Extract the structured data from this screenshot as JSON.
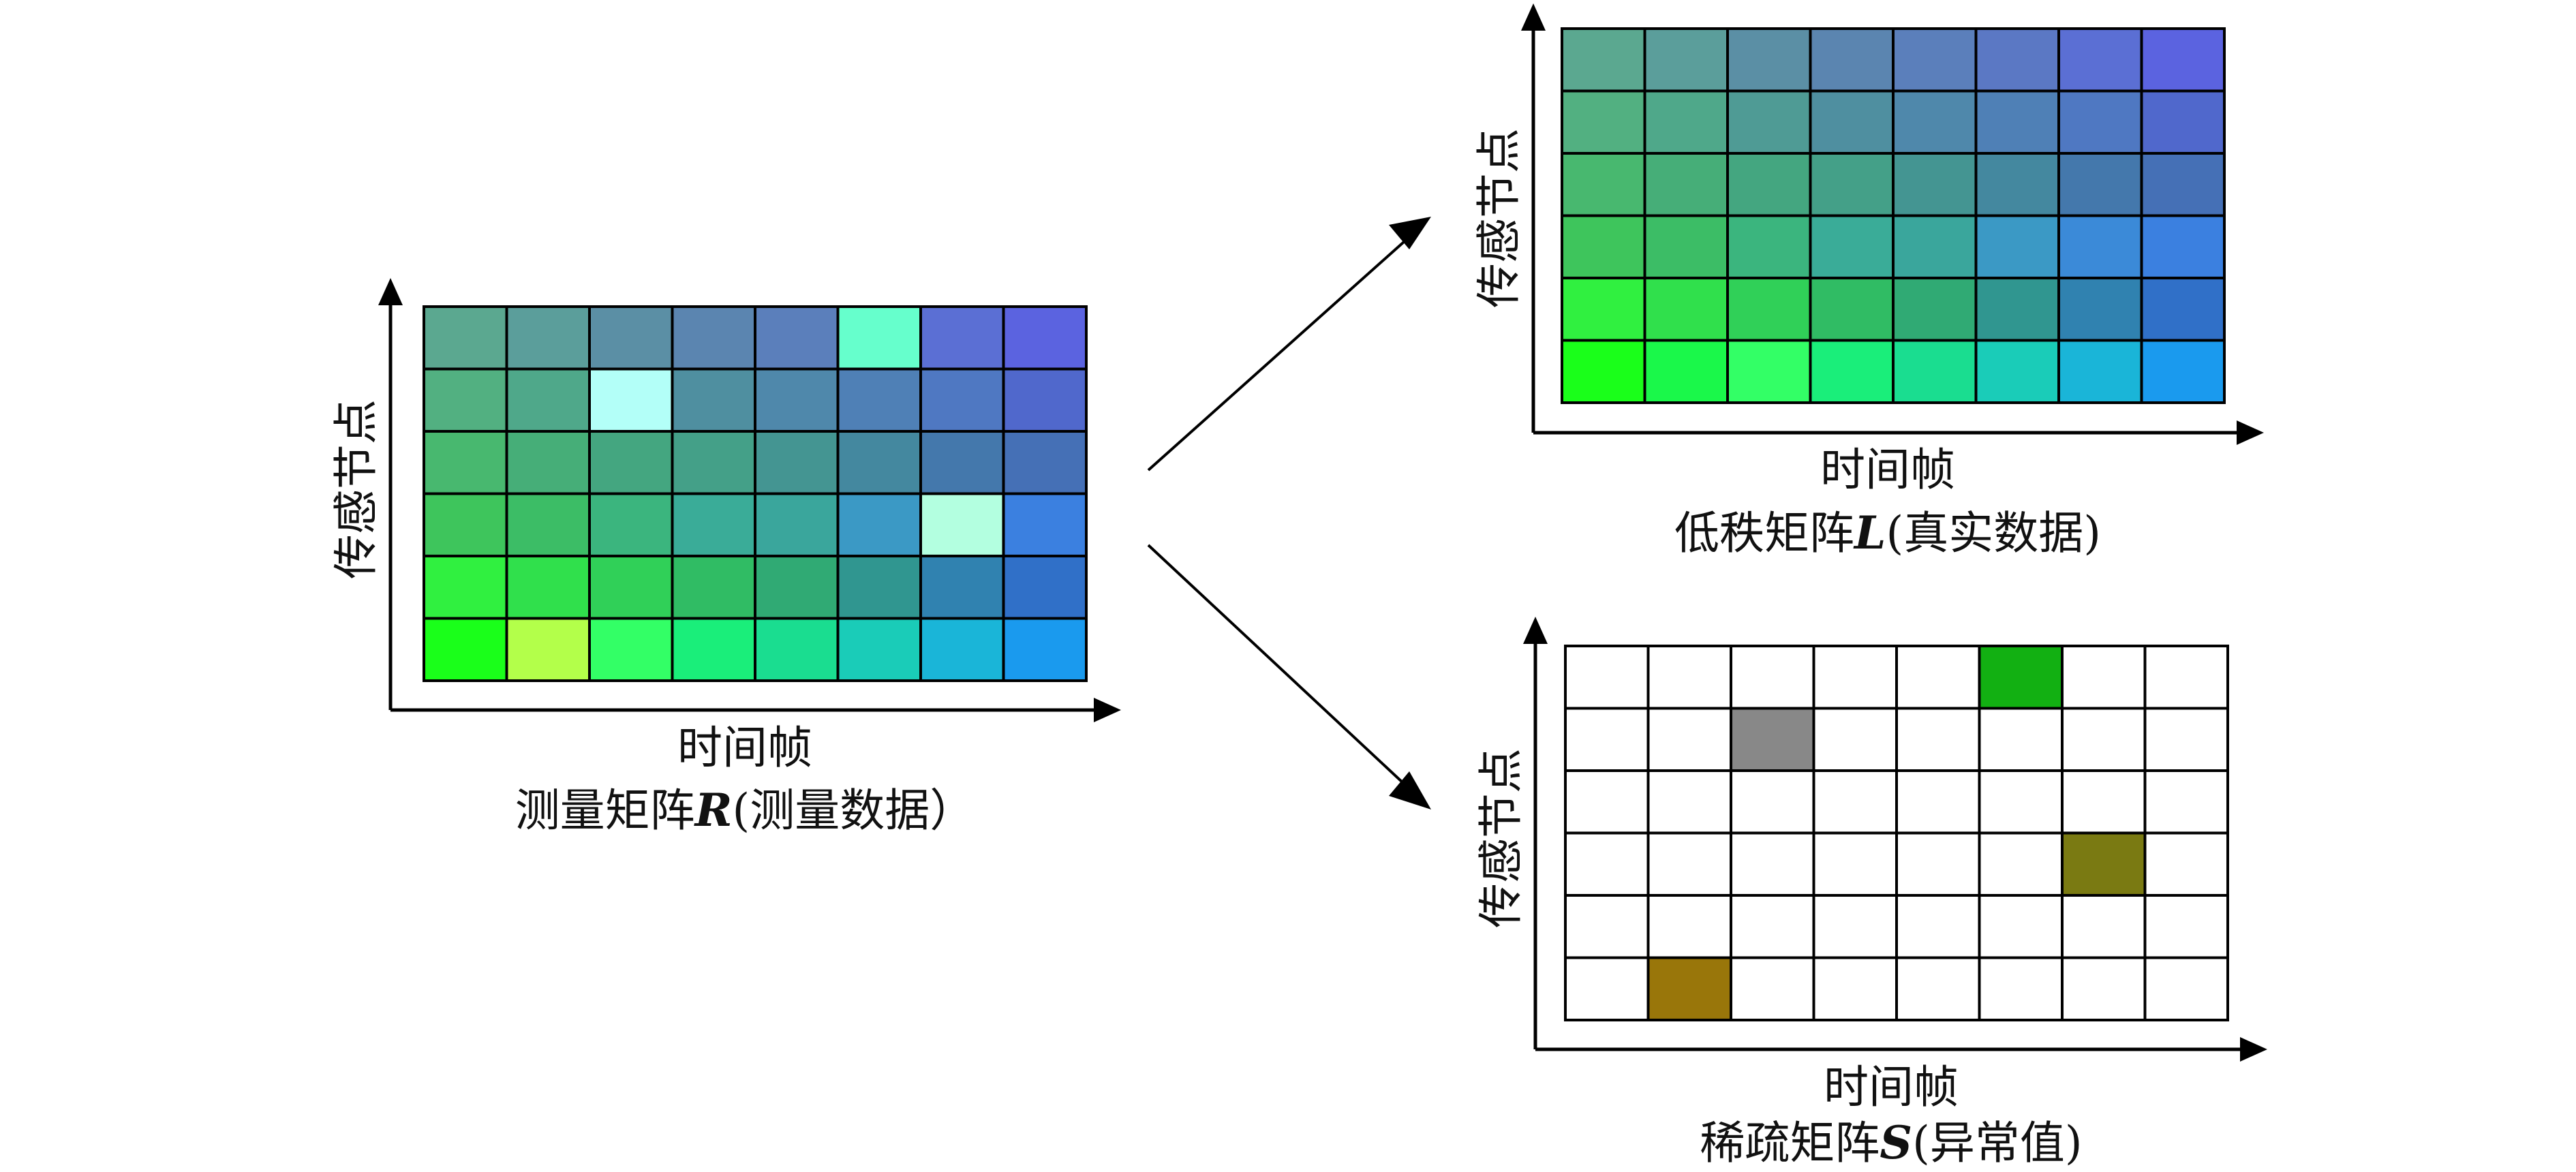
{
  "panels": [
    {
      "id": "measurement",
      "x_label": "时间帧",
      "y_label": "传感节点",
      "caption_pre": "测量矩阵",
      "caption_symbol": "R",
      "caption_post": "(测量数据）",
      "rows": 6,
      "cols": 8,
      "cells": [
        [
          "#5ba890",
          "#5b9e9b",
          "#5b8fa5",
          "#5b85b0",
          "#5b7fbb",
          "#66ffcc",
          "#5b6fd4",
          "#5b63e0"
        ],
        [
          "#52b081",
          "#4fa88a",
          "#b3fff8",
          "#4f8fa0",
          "#4f88ab",
          "#4f80b6",
          "#4f78c2",
          "#5068cc"
        ],
        [
          "#48b86f",
          "#46ae78",
          "#44a680",
          "#44a088",
          "#449592",
          "#44889f",
          "#4478ac",
          "#4570b6"
        ],
        [
          "#3ec55c",
          "#3cbd66",
          "#3bb57e",
          "#3aac98",
          "#3aa69c",
          "#3b99c5",
          "#b3ffe0",
          "#3b80e0"
        ],
        [
          "#30f040",
          "#30e04c",
          "#30d058",
          "#30bc64",
          "#30aa74",
          "#309690",
          "#3082b0",
          "#3070c8"
        ],
        [
          "#1aff1a",
          "#b3ff4a",
          "#33ff66",
          "#1aee7a",
          "#1add90",
          "#1accb8",
          "#1ab5d8",
          "#1a9aee"
        ]
      ]
    },
    {
      "id": "low-rank",
      "x_label": "时间帧",
      "y_label": "传感节点",
      "caption_pre": "低秩矩阵",
      "caption_symbol": "L",
      "caption_post": "(真实数据)",
      "rows": 6,
      "cols": 8,
      "cells": [
        [
          "#5ba890",
          "#5b9e9b",
          "#5b8fa5",
          "#5b85b0",
          "#5b7fbb",
          "#5b78c4",
          "#5b6fd4",
          "#5b63e0"
        ],
        [
          "#52b081",
          "#4fa88a",
          "#4f9b95",
          "#4f8fa0",
          "#4f88ab",
          "#4f80b6",
          "#4f78c2",
          "#5068cc"
        ],
        [
          "#48b86f",
          "#46ae78",
          "#44a680",
          "#44a088",
          "#449592",
          "#44889f",
          "#4478ac",
          "#4570b6"
        ],
        [
          "#3ec55c",
          "#3cbd66",
          "#3bb57e",
          "#3aac98",
          "#3aa69c",
          "#3b99c5",
          "#3b8ad8",
          "#3b80e0"
        ],
        [
          "#30f040",
          "#30e04c",
          "#30d058",
          "#30bc64",
          "#30aa74",
          "#309690",
          "#3082b0",
          "#3070c8"
        ],
        [
          "#1aff1a",
          "#1af84a",
          "#33ff66",
          "#1aee7a",
          "#1add90",
          "#1accb8",
          "#1ab5d8",
          "#1a9aee"
        ]
      ]
    },
    {
      "id": "sparse",
      "x_label": "时间帧",
      "y_label": "传感节点",
      "caption_pre": "稀疏矩阵",
      "caption_symbol": "S",
      "caption_post": "(异常值)",
      "rows": 6,
      "cols": 8,
      "cells": [
        [
          "#ffffff",
          "#ffffff",
          "#ffffff",
          "#ffffff",
          "#ffffff",
          "#12b012",
          "#ffffff",
          "#ffffff"
        ],
        [
          "#ffffff",
          "#ffffff",
          "#888888",
          "#ffffff",
          "#ffffff",
          "#ffffff",
          "#ffffff",
          "#ffffff"
        ],
        [
          "#ffffff",
          "#ffffff",
          "#ffffff",
          "#ffffff",
          "#ffffff",
          "#ffffff",
          "#ffffff",
          "#ffffff"
        ],
        [
          "#ffffff",
          "#ffffff",
          "#ffffff",
          "#ffffff",
          "#ffffff",
          "#ffffff",
          "#7a7a12",
          "#ffffff"
        ],
        [
          "#ffffff",
          "#ffffff",
          "#ffffff",
          "#ffffff",
          "#ffffff",
          "#ffffff",
          "#ffffff",
          "#ffffff"
        ],
        [
          "#ffffff",
          "#99760a",
          "#ffffff",
          "#ffffff",
          "#ffffff",
          "#ffffff",
          "#ffffff",
          "#ffffff"
        ]
      ]
    }
  ]
}
